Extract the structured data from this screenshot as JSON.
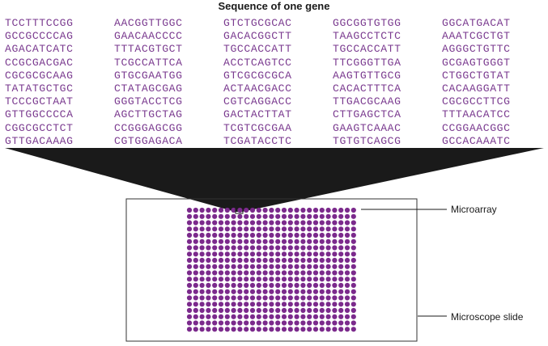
{
  "title": "Sequence of one gene",
  "sequence_rows": [
    [
      "TCCTTTCCGG",
      "AACGGTTGGC",
      "GTCTGCGCAC",
      "GGCGGTGTGG",
      "GGCATGACAT"
    ],
    [
      "GCCGCCCCAG",
      "GAACAACCCC",
      "GACACGGCTT",
      "TAAGCCTCTC",
      "AAATCGCTGT"
    ],
    [
      "AGACATCATC",
      "TTTACGTGCT",
      "TGCCACCATT",
      "TGCCACCATT",
      "AGGGCTGTTC"
    ],
    [
      "CCGCGACGAC",
      "TCGCCATTCA",
      "ACCTCAGTCC",
      "TTCGGGTTGA",
      "GCGAGTGGGT"
    ],
    [
      "CGCGCGCAAG",
      "GTGCGAATGG",
      "GTCGCGCGCA",
      "AAGTGTTGCG",
      "CTGGCTGTAT"
    ],
    [
      "TATATGCTGC",
      "CTATAGCGAG",
      "ACTAACGACC",
      "CACACTTTCA",
      "CACAAGGATT"
    ],
    [
      "TCCCGCTAAT",
      "GGGTACCTCG",
      "CGTCAGGACC",
      "TTGACGCAAG",
      "CGCGCCTTCG"
    ],
    [
      "GTTGGCCCCA",
      "AGCTTGCTAG",
      "GACTACTTAT",
      "CTTGAGCTCA",
      "TTTAACATCC"
    ],
    [
      "CGGCGCCTCT",
      "CCGGGAGCGG",
      "TCGTCGCGAA",
      "GAAGTCAAAC",
      "CCGGAACGGC"
    ],
    [
      "GTTGACAAAG",
      "CGTGGAGACA",
      "TCGATACCTC",
      "TGTGTCAGCG",
      "GCCACAAATC"
    ]
  ],
  "labels": {
    "microarray": "Microarray",
    "slide": "Microscope slide"
  },
  "colors": {
    "sequence_text": "#7a3a8f",
    "spot": "#7b2a8c",
    "funnel": "#1a1a1a"
  },
  "microarray": {
    "rows": 20,
    "cols": 27
  }
}
